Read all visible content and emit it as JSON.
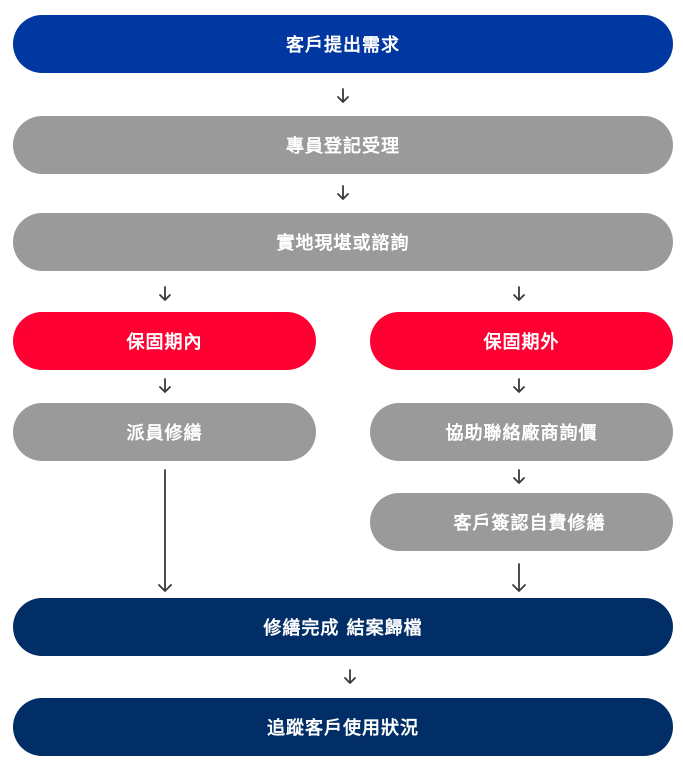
{
  "steps": {
    "customer_request": "客戶提出需求",
    "staff_register": "專員登記受理",
    "site_survey": "實地現堪或諮詢",
    "in_warranty": "保固期內",
    "out_warranty": "保固期外",
    "dispatch_repair": "派員修繕",
    "vendor_quote": "協助聯絡廠商詢價",
    "customer_confirm": "客戶簽認自費修繕",
    "repair_complete": "修繕完成 結案歸檔",
    "follow_up": "追蹤客戶使用狀況"
  },
  "colors": {
    "start": "#0037a0",
    "process": "#9a9a9a",
    "branch": "#ff0033",
    "end": "#012e66",
    "arrow": "#3a3a3a"
  }
}
